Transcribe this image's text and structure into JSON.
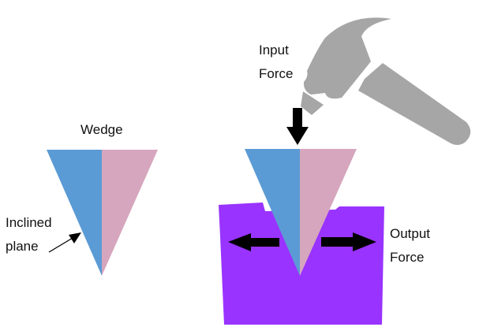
{
  "labels": {
    "wedge": "Wedge",
    "inclined_plane": [
      "Inclined",
      "plane"
    ],
    "input_force": [
      "Input",
      "Force"
    ],
    "output_force": [
      "Output",
      "Force"
    ]
  },
  "colors": {
    "wedge_left": "#5b9bd5",
    "wedge_right": "#d5a6bd",
    "block": "#9933ff",
    "hammer": "#a6a6a6",
    "arrow": "#000000"
  },
  "icons": {
    "hammer": "hammer-icon",
    "input_arrow": "arrow-down-icon",
    "output_left": "arrow-left-icon",
    "output_right": "arrow-right-icon"
  }
}
